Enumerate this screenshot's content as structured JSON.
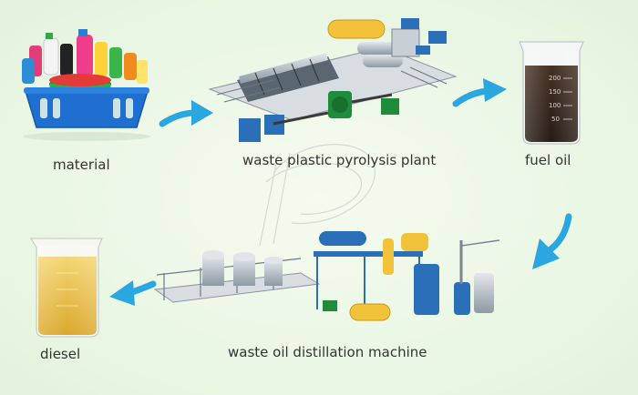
{
  "labels": {
    "material": "material",
    "pyrolysis": "waste plastic pyrolysis plant",
    "fuel_oil": "fuel oil",
    "distillation": "waste oil distillation machine",
    "diesel": "diesel"
  },
  "beaker_marks": [
    "200",
    "150",
    "100",
    "50"
  ],
  "colors": {
    "arrow": "#2aa6e0",
    "fuel_oil": "#2a1a10",
    "diesel": "#e6b93a",
    "machine_blue": "#2b6fb8",
    "machine_green": "#1e8c3a",
    "tank_yellow": "#f2c23a",
    "steel": "#b9c3cc"
  },
  "icons": [
    "arrow-right-icon",
    "arrow-down-icon",
    "arrow-left-icon"
  ]
}
